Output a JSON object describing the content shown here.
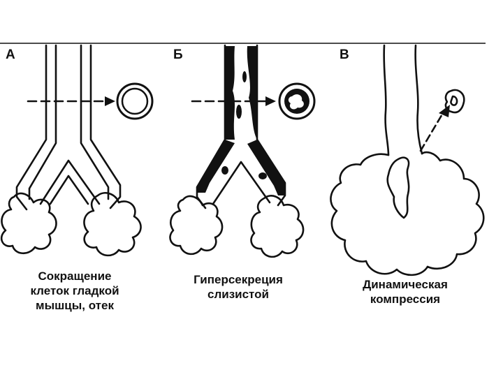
{
  "panels": [
    {
      "letter": "А",
      "caption_lines": [
        "Сокращение",
        "клеток гладкой",
        "мышцы, отек"
      ]
    },
    {
      "letter": "Б",
      "caption_lines": [
        "Гиперсекреция",
        "слизистой"
      ]
    },
    {
      "letter": "В",
      "caption_lines": [
        "Динамическая",
        "компрессия"
      ]
    }
  ],
  "colors": {
    "ink": "#111111",
    "background": "#ffffff"
  }
}
